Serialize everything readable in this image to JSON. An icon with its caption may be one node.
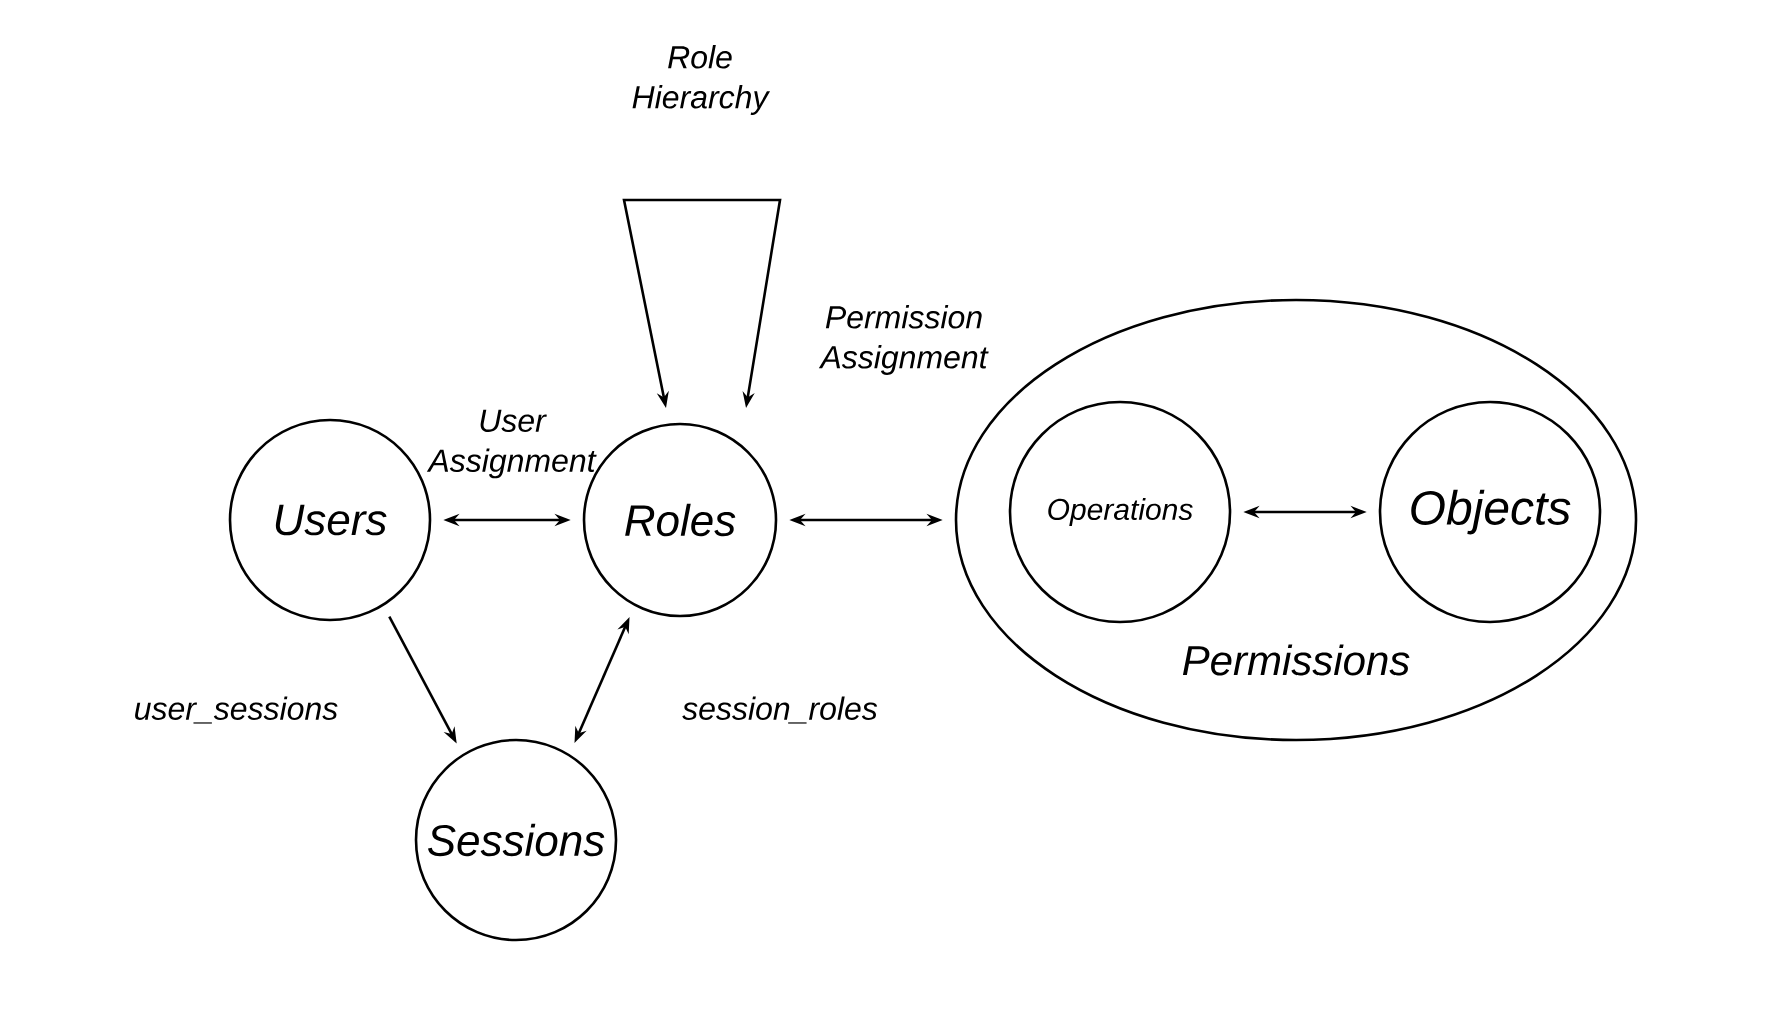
{
  "diagram": {
    "nodes": [
      {
        "text": [
          "Users"
        ]
      },
      {
        "text": [
          "Roles"
        ]
      },
      {
        "text": [
          "Permissions"
        ]
      },
      {
        "text": [
          "Operations"
        ],
        "in": 2
      },
      {
        "text": [
          "Objects"
        ],
        "in": 2
      },
      {
        "text": [
          "Sessions"
        ]
      }
    ],
    "edges": [
      {
        "from": 0,
        "to": 1,
        "arrow": "both",
        "label": "User Assignment"
      },
      {
        "from": 1,
        "to": 2,
        "arrow": "both",
        "label": "Permission Assignment"
      },
      {
        "from": 3,
        "to": 4,
        "arrow": "both"
      },
      {
        "from": 0,
        "to": 5,
        "arrow": "to",
        "label": "user_sessions"
      },
      {
        "from": 5,
        "to": 1,
        "arrow": "both",
        "label": "session_roles"
      },
      {
        "from": 1,
        "to": 1,
        "arrow": "both",
        "label": "Role Hierarchy"
      }
    ]
  }
}
